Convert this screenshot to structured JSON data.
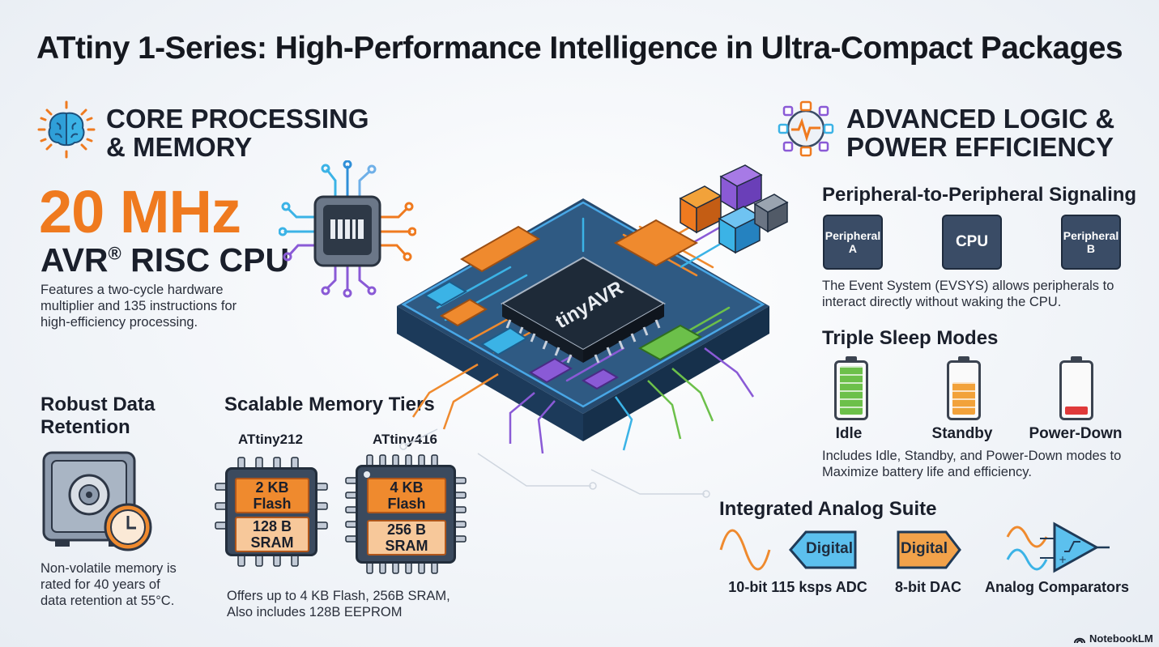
{
  "title": "ATtiny 1-Series: High-Performance Intelligence in Ultra-Compact Packages",
  "left": {
    "heading_line1": "CORE PROCESSING",
    "heading_line2": "& MEMORY",
    "big_value": "20 MHz",
    "cpu_prefix": "AVR",
    "cpu_reg": "®",
    "cpu_suffix": " RISC CPU",
    "cpu_desc_1": "Features a two-cycle hardware",
    "cpu_desc_2": "multiplier and 135 instructions for",
    "cpu_desc_3": "high-efficiency processing.",
    "retention_h1": "Robust Data",
    "retention_h2": "Retention",
    "retention_1": "Non-volatile memory is",
    "retention_2": "rated for 40 years of",
    "retention_3": "data retention at 55°C.",
    "memory_heading": "Scalable Memory Tiers",
    "chips": [
      {
        "name": "ATtiny212",
        "flash_1": "2 KB",
        "flash_2": "Flash",
        "sram_1": "128 B",
        "sram_2": "SRAM"
      },
      {
        "name": "ATtiny416",
        "flash_1": "4 KB",
        "flash_2": "Flash",
        "sram_1": "256 B",
        "sram_2": "SRAM"
      }
    ],
    "memory_desc_1": "Offers up to 4 KB Flash, 256B SRAM,",
    "memory_desc_2": "Also includes 128B EEPROM"
  },
  "center": {
    "chip_label": "tinyAVR"
  },
  "right": {
    "heading_line1": "ADVANCED LOGIC &",
    "heading_line2": "POWER EFFICIENCY",
    "signal_heading": "Peripheral-to-Peripheral Signaling",
    "boxes": [
      {
        "l1": "Peripheral",
        "l2": "A"
      },
      {
        "l1": "CPU",
        "l2": ""
      },
      {
        "l1": "Peripheral",
        "l2": "B"
      }
    ],
    "signal_desc_1": "The Event System (EVSYS) allows peripherals to",
    "signal_desc_2": "interact directly without waking the CPU.",
    "sleep_heading": "Triple Sleep Modes",
    "modes": [
      {
        "label": "Idle",
        "level": 1.0,
        "color": "#6cc04a"
      },
      {
        "label": "Standby",
        "level": 0.66,
        "color": "#f2a23a"
      },
      {
        "label": "Power-Down",
        "level": 0.16,
        "color": "#e03a3a"
      }
    ],
    "sleep_desc_1": "Includes Idle, Standby, and Power-Down modes to",
    "sleep_desc_2": "Maximize battery life and efficiency.",
    "analog_heading": "Integrated Analog Suite",
    "adc_tag": "Digital",
    "dac_tag": "Digital",
    "adc_label": "10-bit 115 ksps ADC",
    "dac_label": "8-bit DAC",
    "comp_label": "Analog Comparators"
  },
  "footer": {
    "brand": "NotebookLM"
  }
}
